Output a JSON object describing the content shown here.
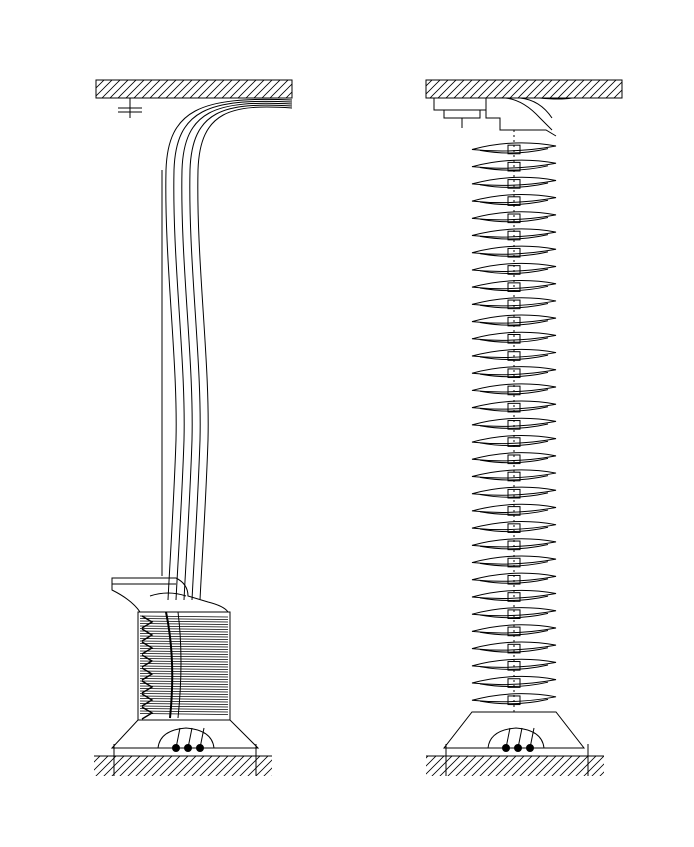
{
  "colors": {
    "line": "#000000",
    "background": "#ffffff"
  },
  "drawings": [
    {
      "id": "cable-bundle-elevation",
      "cable_count": 5,
      "coil_turns": 40,
      "cable_ends": 3
    },
    {
      "id": "coiled-cable-elevation",
      "coil_turns": 33,
      "cable_ends": 3
    }
  ]
}
